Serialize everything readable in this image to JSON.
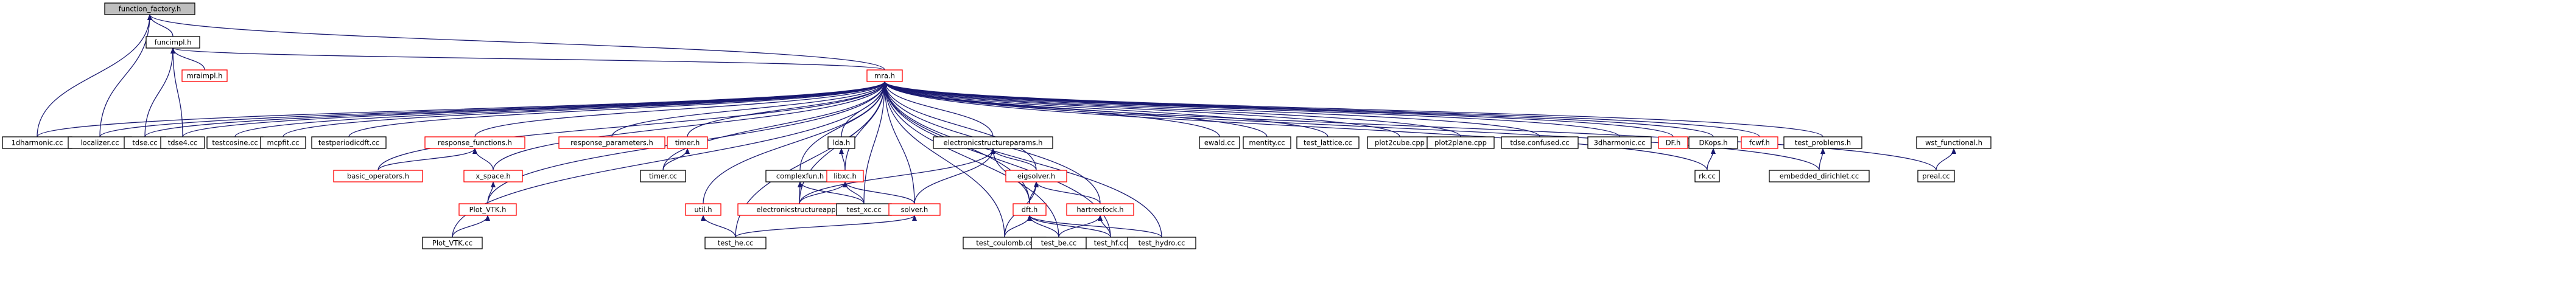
{
  "graph": {
    "edge_color": "#191970",
    "root_fill": "#bfbfbf",
    "incomplete_border": "#ff0000",
    "nodes": [
      {
        "id": "function_factory",
        "label": "function_factory.h",
        "root": true
      },
      {
        "id": "funcimpl",
        "label": "funcimpl.h"
      },
      {
        "id": "mraimpl",
        "label": "mraimpl.h",
        "red": true
      },
      {
        "id": "mra",
        "label": "mra.h",
        "red": true
      },
      {
        "id": "oneharmonic",
        "label": "1dharmonic.cc"
      },
      {
        "id": "localizer",
        "label": "localizer.cc"
      },
      {
        "id": "tdse",
        "label": "tdse.cc"
      },
      {
        "id": "tdse4",
        "label": "tdse4.cc"
      },
      {
        "id": "testcosine",
        "label": "testcosine.cc"
      },
      {
        "id": "mcpfit",
        "label": "mcpfit.cc"
      },
      {
        "id": "testperiodicdft",
        "label": "testperiodicdft.cc"
      },
      {
        "id": "response_functions",
        "label": "response_functions.h",
        "red": true
      },
      {
        "id": "response_parameters",
        "label": "response_parameters.h",
        "red": true
      },
      {
        "id": "timer_h",
        "label": "timer.h",
        "red": true
      },
      {
        "id": "lda",
        "label": "lda.h"
      },
      {
        "id": "esparams",
        "label": "electronicstructureparams.h"
      },
      {
        "id": "ewald",
        "label": "ewald.cc"
      },
      {
        "id": "mentity",
        "label": "mentity.cc"
      },
      {
        "id": "test_lattice",
        "label": "test_lattice.cc"
      },
      {
        "id": "plot2cube",
        "label": "plot2cube.cpp"
      },
      {
        "id": "plot2plane",
        "label": "plot2plane.cpp"
      },
      {
        "id": "tdse_confused",
        "label": "tdse.confused.cc"
      },
      {
        "id": "threeharmonic",
        "label": "3dharmonic.cc"
      },
      {
        "id": "dfh",
        "label": "DF.h",
        "red": true
      },
      {
        "id": "dkops",
        "label": "DKops.h"
      },
      {
        "id": "fcwf",
        "label": "fcwf.h",
        "red": true
      },
      {
        "id": "test_problems",
        "label": "test_problems.h"
      },
      {
        "id": "wst_functional",
        "label": "wst_functional.h"
      },
      {
        "id": "basic_operators",
        "label": "basic_operators.h",
        "red": true
      },
      {
        "id": "x_space",
        "label": "x_space.h",
        "red": true
      },
      {
        "id": "timer_cc",
        "label": "timer.cc"
      },
      {
        "id": "complexfun",
        "label": "complexfun.h"
      },
      {
        "id": "libxc",
        "label": "libxc.h",
        "red": true
      },
      {
        "id": "eigsolver",
        "label": "eigsolver.h",
        "red": true
      },
      {
        "id": "rk",
        "label": "rk.cc"
      },
      {
        "id": "embedded_dirichlet",
        "label": "embedded_dirichlet.cc"
      },
      {
        "id": "preal",
        "label": "preal.cc"
      },
      {
        "id": "plot_vtk_h",
        "label": "Plot_VTK.h",
        "red": true
      },
      {
        "id": "util",
        "label": "util.h",
        "red": true
      },
      {
        "id": "esapp",
        "label": "electronicstructureapp.h",
        "red": true
      },
      {
        "id": "test_xc",
        "label": "test_xc.cc"
      },
      {
        "id": "solver",
        "label": "solver.h",
        "red": true
      },
      {
        "id": "hartreefock",
        "label": "hartreefock.h",
        "red": true
      },
      {
        "id": "dft",
        "label": "dft.h",
        "red": true
      },
      {
        "id": "plot_vtk_cc",
        "label": "Plot_VTK.cc"
      },
      {
        "id": "test_he",
        "label": "test_he.cc"
      },
      {
        "id": "test_coulomb",
        "label": "test_coulomb.cc"
      },
      {
        "id": "test_be",
        "label": "test_be.cc"
      },
      {
        "id": "test_hf",
        "label": "test_hf.cc"
      },
      {
        "id": "test_hydro",
        "label": "test_hydro.cc"
      }
    ],
    "edges": [
      [
        "oneharmonic",
        "function_factory"
      ],
      [
        "localizer",
        "function_factory"
      ],
      [
        "funcimpl",
        "function_factory"
      ],
      [
        "mra",
        "function_factory"
      ],
      [
        "mraimpl",
        "funcimpl"
      ],
      [
        "mra",
        "funcimpl"
      ],
      [
        "tdse",
        "funcimpl"
      ],
      [
        "tdse4",
        "funcimpl"
      ],
      [
        "oneharmonic",
        "mra"
      ],
      [
        "localizer",
        "mra"
      ],
      [
        "tdse",
        "mra"
      ],
      [
        "tdse4",
        "mra"
      ],
      [
        "testcosine",
        "mra"
      ],
      [
        "mcpfit",
        "mra"
      ],
      [
        "testperiodicdft",
        "mra"
      ],
      [
        "response_functions",
        "mra"
      ],
      [
        "basic_operators",
        "mra"
      ],
      [
        "x_space",
        "mra"
      ],
      [
        "plot_vtk_h",
        "mra"
      ],
      [
        "plot_vtk_cc",
        "mra"
      ],
      [
        "response_parameters",
        "mra"
      ],
      [
        "timer_h",
        "mra"
      ],
      [
        "timer_cc",
        "mra"
      ],
      [
        "util",
        "mra"
      ],
      [
        "test_he",
        "mra"
      ],
      [
        "complexfun",
        "mra"
      ],
      [
        "esapp",
        "mra"
      ],
      [
        "lda",
        "mra"
      ],
      [
        "libxc",
        "mra"
      ],
      [
        "test_xc",
        "mra"
      ],
      [
        "solver",
        "mra"
      ],
      [
        "esparams",
        "mra"
      ],
      [
        "eigsolver",
        "mra"
      ],
      [
        "dft",
        "mra"
      ],
      [
        "test_coulomb",
        "mra"
      ],
      [
        "hartreefock",
        "mra"
      ],
      [
        "test_be",
        "mra"
      ],
      [
        "test_hf",
        "mra"
      ],
      [
        "test_hydro",
        "mra"
      ],
      [
        "ewald",
        "mra"
      ],
      [
        "mentity",
        "mra"
      ],
      [
        "test_lattice",
        "mra"
      ],
      [
        "plot2cube",
        "mra"
      ],
      [
        "plot2plane",
        "mra"
      ],
      [
        "tdse_confused",
        "mra"
      ],
      [
        "threeharmonic",
        "mra"
      ],
      [
        "dfh",
        "mra"
      ],
      [
        "dkops",
        "mra"
      ],
      [
        "fcwf",
        "mra"
      ],
      [
        "test_problems",
        "mra"
      ],
      [
        "embedded_dirichlet",
        "mra"
      ],
      [
        "preal",
        "mra"
      ],
      [
        "rk",
        "mra"
      ],
      [
        "basic_operators",
        "response_functions"
      ],
      [
        "x_space",
        "response_functions"
      ],
      [
        "plot_vtk_h",
        "x_space"
      ],
      [
        "plot_vtk_cc",
        "plot_vtk_h"
      ],
      [
        "timer_cc",
        "timer_h"
      ],
      [
        "test_he",
        "util"
      ],
      [
        "test_he",
        "solver"
      ],
      [
        "esapp",
        "complexfun"
      ],
      [
        "test_xc",
        "complexfun"
      ],
      [
        "libxc",
        "lda"
      ],
      [
        "esapp",
        "libxc"
      ],
      [
        "test_xc",
        "libxc"
      ],
      [
        "solver",
        "libxc"
      ],
      [
        "esapp",
        "esparams"
      ],
      [
        "solver",
        "esparams"
      ],
      [
        "eigsolver",
        "esparams"
      ],
      [
        "dft",
        "esparams"
      ],
      [
        "hartreefock",
        "eigsolver"
      ],
      [
        "dft",
        "eigsolver"
      ],
      [
        "test_coulomb",
        "eigsolver"
      ],
      [
        "test_coulomb",
        "dft"
      ],
      [
        "test_be",
        "dft"
      ],
      [
        "test_hf",
        "dft"
      ],
      [
        "test_hydro",
        "dft"
      ],
      [
        "test_be",
        "hartreefock"
      ],
      [
        "test_hf",
        "hartreefock"
      ],
      [
        "rk",
        "dkops"
      ],
      [
        "embedded_dirichlet",
        "test_problems"
      ],
      [
        "preal",
        "wst_functional"
      ]
    ]
  }
}
